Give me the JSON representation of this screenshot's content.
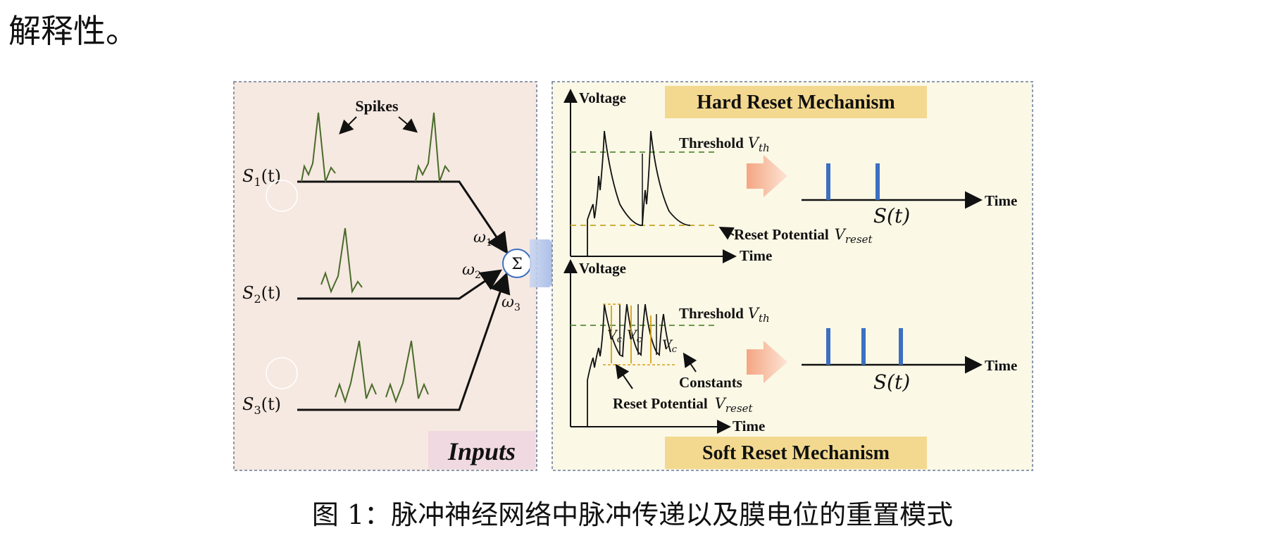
{
  "top_text": "解释性。",
  "caption": "图 1：脉冲神经网络中脉冲传递以及膜电位的重置模式",
  "inputs_panel": {
    "spikes_label": "Spikes",
    "inputs_title": "Inputs",
    "sum_symbol": "Σ",
    "inputs": [
      {
        "signal": "S",
        "subscript": "1",
        "arg": "(t)",
        "weight": "ω",
        "weight_sub": "1"
      },
      {
        "signal": "S",
        "subscript": "2",
        "arg": "(t)",
        "weight": "ω",
        "weight_sub": "2"
      },
      {
        "signal": "S",
        "subscript": "3",
        "arg": "(t)",
        "weight": "ω",
        "weight_sub": "3"
      }
    ]
  },
  "hard_reset": {
    "title": "Hard Reset Mechanism",
    "y_axis": "Voltage",
    "x_axis": "Time",
    "threshold_label": "Threshold",
    "threshold_symbol": "V",
    "threshold_sub": "th",
    "reset_label": "Reset Potential",
    "reset_symbol": "V",
    "reset_sub": "reset",
    "output_axis": "Time",
    "output_label": "S(t)",
    "output_spike_count": 2
  },
  "soft_reset": {
    "title": "Soft Reset Mechanism",
    "y_axis": "Voltage",
    "x_axis": "Time",
    "threshold_label": "Threshold",
    "threshold_symbol": "V",
    "threshold_sub": "th",
    "reset_label": "Reset Potential",
    "reset_symbol": "V",
    "reset_sub": "reset",
    "constants_label": "Constants",
    "vc_symbol": "V",
    "vc_sub": "c",
    "output_axis": "Time",
    "output_label": "S(t)",
    "output_spike_count": 3
  },
  "colors": {
    "left_bg": "#f6e9e1",
    "right_bg": "#fbf8e6",
    "title_bg": "#f3d98f",
    "inputs_bg": "#f0d9e1",
    "spike_green": "#4a6b2a",
    "threshold_green": "#6a9a4a",
    "reset_yellow": "#c9b03a",
    "vc_orange": "#d4a017",
    "output_blue": "#3d6fc2",
    "arrow_salmon": "#f4a582"
  }
}
